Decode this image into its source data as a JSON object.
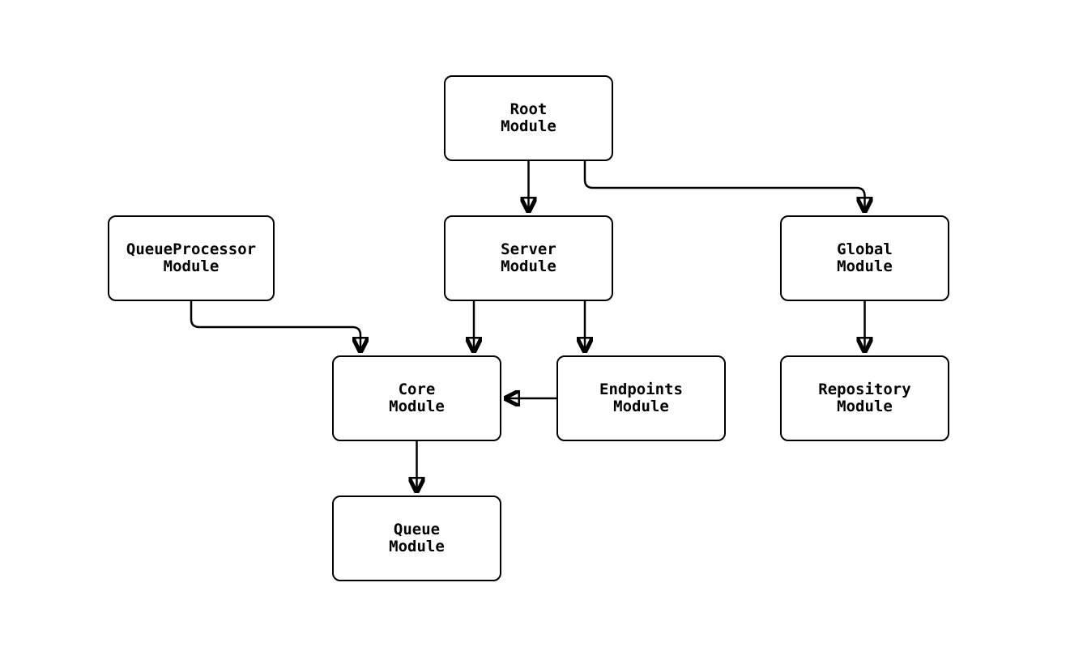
{
  "diagram": {
    "background_color": "#ffffff",
    "stroke_color": "#000000",
    "text_color": "#000000",
    "nodes": [
      {
        "id": "root",
        "label": "Root\nModule"
      },
      {
        "id": "queueprocessor",
        "label": "QueueProcessor\nModule"
      },
      {
        "id": "server",
        "label": "Server\nModule"
      },
      {
        "id": "global",
        "label": "Global\nModule"
      },
      {
        "id": "core",
        "label": "Core\nModule"
      },
      {
        "id": "endpoints",
        "label": "Endpoints\nModule"
      },
      {
        "id": "repository",
        "label": "Repository\nModule"
      },
      {
        "id": "queue",
        "label": "Queue\nModule"
      }
    ],
    "edges": [
      {
        "from": "root",
        "to": "server"
      },
      {
        "from": "root",
        "to": "global"
      },
      {
        "from": "queueprocessor",
        "to": "core"
      },
      {
        "from": "server",
        "to": "core"
      },
      {
        "from": "server",
        "to": "endpoints"
      },
      {
        "from": "endpoints",
        "to": "core"
      },
      {
        "from": "global",
        "to": "repository"
      },
      {
        "from": "core",
        "to": "queue"
      }
    ]
  }
}
